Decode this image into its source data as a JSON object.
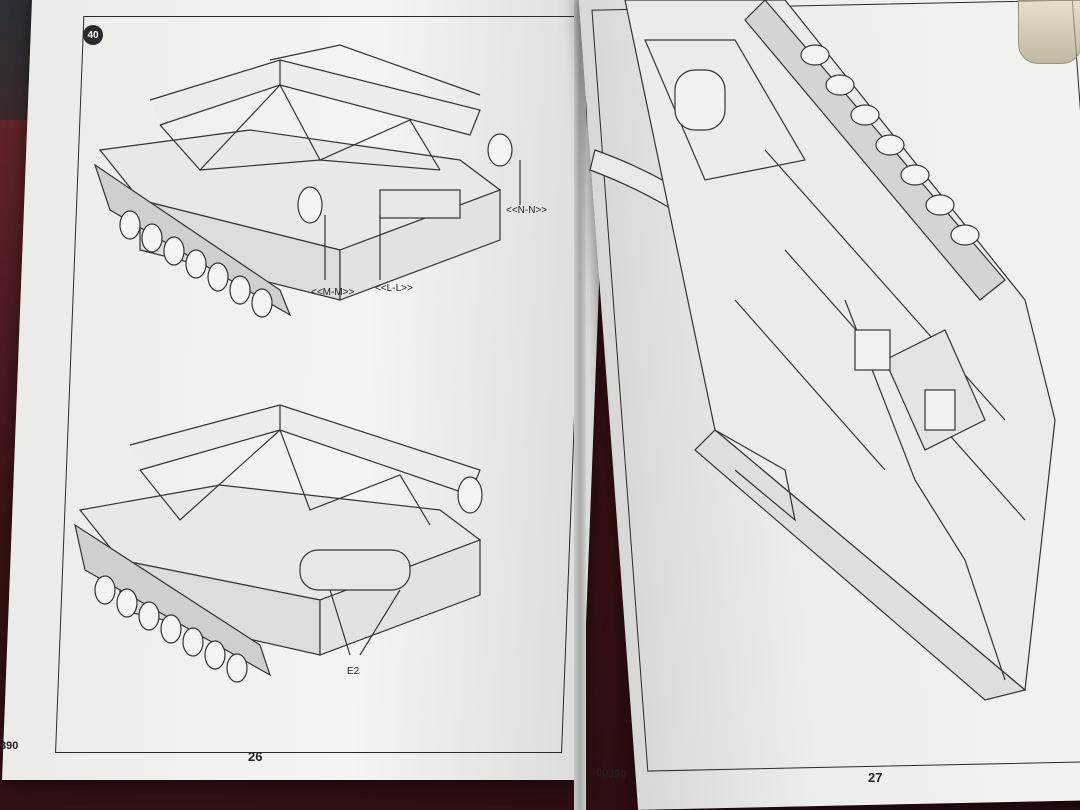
{
  "left_page": {
    "step_number": "40",
    "page_number": "26",
    "code_fragment": "390",
    "top_drawing_labels": [
      "<<M-M>>",
      "<<L-L>>",
      "<<N-N>>"
    ],
    "bottom_drawing_labels": [
      "E2"
    ]
  },
  "right_page": {
    "page_number": "27",
    "code": "00390"
  }
}
